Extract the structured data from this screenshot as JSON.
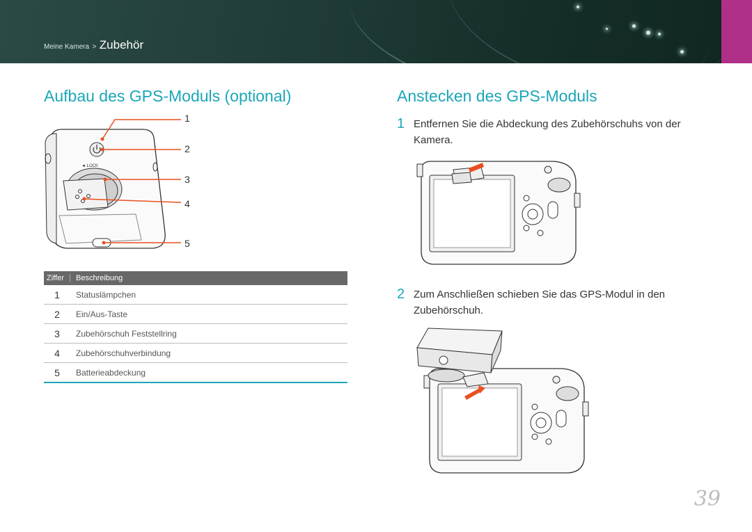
{
  "header": {
    "breadcrumb_parent": "Meine Kamera",
    "breadcrumb_sep": ">",
    "breadcrumb_current": "Zubehör",
    "accent_color": "#b02f88"
  },
  "left": {
    "title": "Aufbau des GPS-Moduls (optional)",
    "diagram_callouts": [
      "1",
      "2",
      "3",
      "4",
      "5"
    ],
    "lock_label": "LOCK",
    "table": {
      "headers": [
        "Ziffer",
        "Beschreibung"
      ],
      "rows": [
        {
          "num": "1",
          "desc": "Statuslämpchen"
        },
        {
          "num": "2",
          "desc": "Ein/Aus-Taste"
        },
        {
          "num": "3",
          "desc": "Zubehörschuh Feststellring"
        },
        {
          "num": "4",
          "desc": "Zubehörschuhverbindung"
        },
        {
          "num": "5",
          "desc": "Batterieabdeckung"
        }
      ]
    }
  },
  "right": {
    "title": "Anstecken des GPS-Moduls",
    "steps": [
      {
        "num": "1",
        "text_line1": "Entfernen Sie die Abdeckung des Zubehörschuhs von der",
        "text_line2": "Kamera."
      },
      {
        "num": "2",
        "text_line1": "Zum Anschließen schieben Sie das GPS-Modul in den",
        "text_line2": "Zubehörschuh."
      }
    ]
  },
  "page_number": "39",
  "colors": {
    "title": "#1ba6b8",
    "arrow": "#e8501f"
  }
}
